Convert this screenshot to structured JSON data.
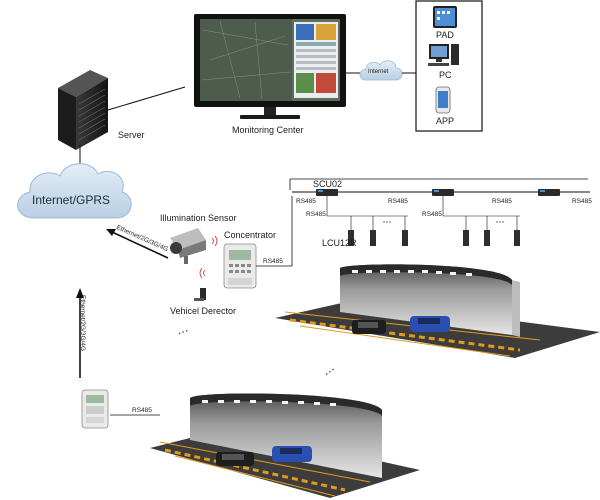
{
  "labels": {
    "server": "Server",
    "monitoring_center": "Monitoring Center",
    "internet": "Internet",
    "pad": "PAD",
    "pc": "PC",
    "app": "APP",
    "internet_gprs": "Internet/GPRS",
    "illumination_sensor": "Illumination Sensor",
    "concentrator": "Concentrator",
    "vehicle_detector": "Vehicel Derector",
    "scu02": "SCU02",
    "lcu12r": "LCU12R",
    "rs485": "RS485",
    "ethernet_top": "Ethernet/2G/3G/4G",
    "ethernet_left": "Ethernet/2G/3G/4G",
    "ellipsis": "…"
  },
  "colors": {
    "cloud": "#cfe0f0",
    "cloud_edge": "#9fb8d0",
    "road": "#3c3c3c",
    "road_line": "#e39a1a",
    "tunnel": "#d8d8d8",
    "car_blue": "#2a4fb0",
    "car_dark": "#1e1e1e",
    "server": "#2a2a2a"
  }
}
